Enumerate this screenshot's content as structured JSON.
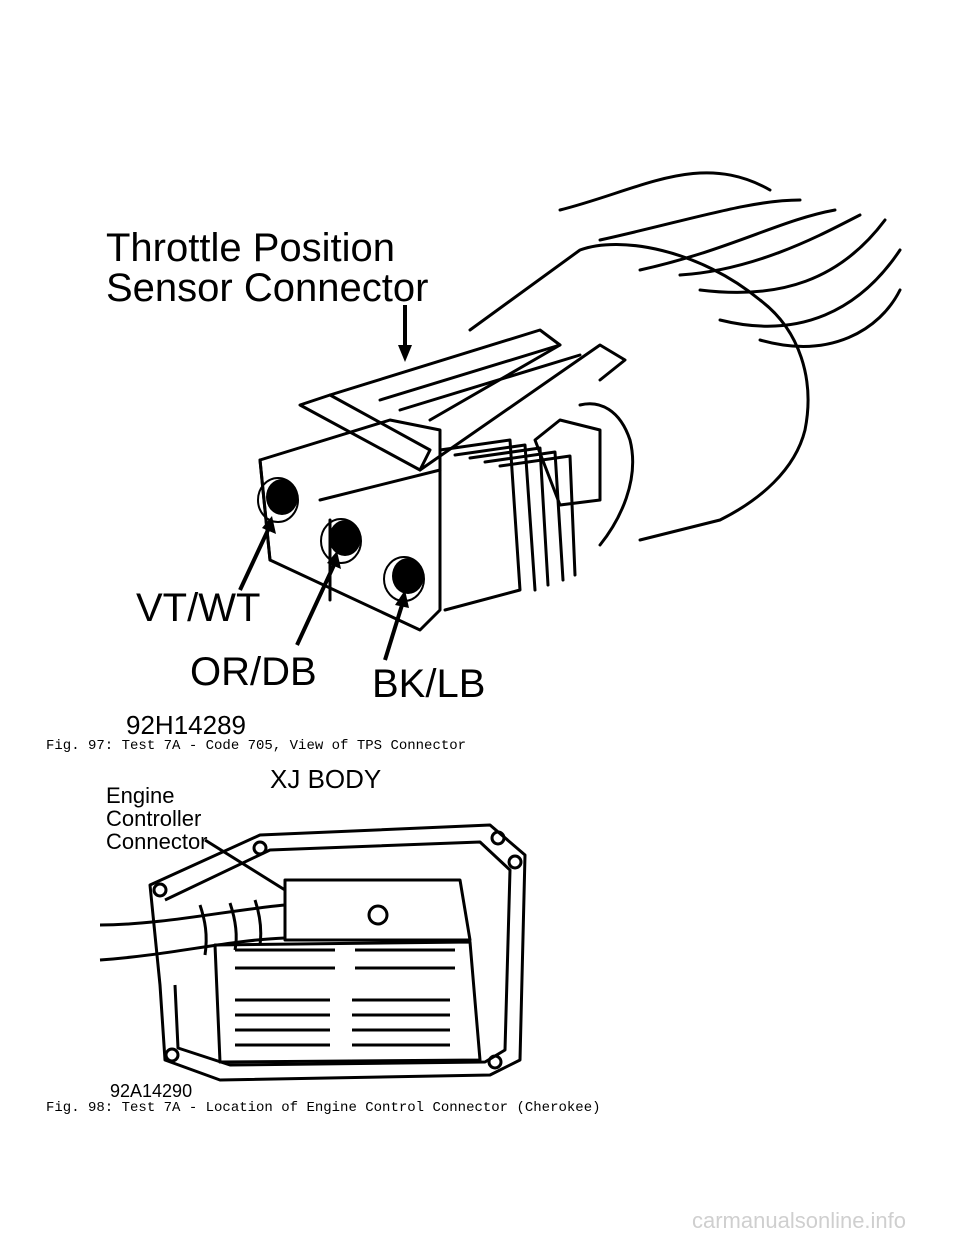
{
  "figure1": {
    "title_line1": "Throttle Position",
    "title_line2": "Sensor Connector",
    "wire_labels": [
      "VT/WT",
      "OR/DB",
      "BK/LB"
    ],
    "image_code": "92H14289",
    "caption": "Fig. 97:  Test 7A - Code 705, View of TPS Connector"
  },
  "figure2": {
    "body_label": "XJ BODY",
    "part_label_line1": "Engine",
    "part_label_line2": "Controller",
    "part_label_line3": "Connector",
    "image_code": "92A14290",
    "caption": "Fig. 98:  Test 7A - Location of Engine Control Connector (Cherokee)"
  },
  "watermark": "carmanualsonline.info"
}
